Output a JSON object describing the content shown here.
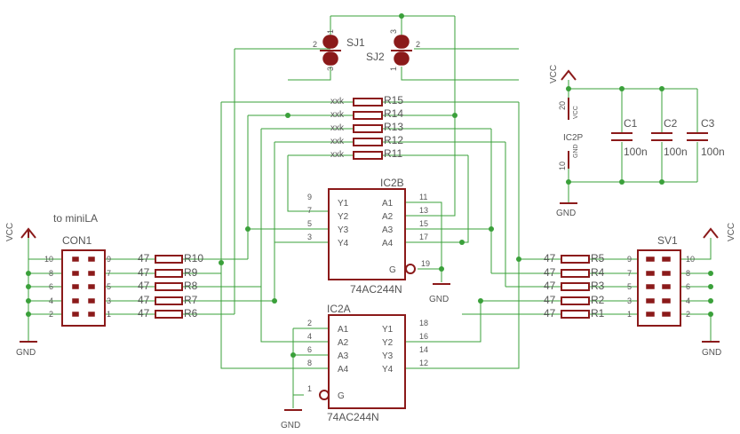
{
  "title_note": "to miniLA",
  "power": {
    "vcc": "VCC",
    "gnd": "GND"
  },
  "connectors": {
    "con1": {
      "name": "CON1",
      "pins": [
        "10",
        "9",
        "8",
        "7",
        "6",
        "5",
        "4",
        "3",
        "2",
        "1"
      ]
    },
    "sv1": {
      "name": "SV1",
      "pins": [
        "9",
        "10",
        "7",
        "8",
        "5",
        "6",
        "3",
        "4",
        "1",
        "2"
      ]
    }
  },
  "resistors_left": [
    {
      "name": "R10",
      "value": "47",
      "pin": "9"
    },
    {
      "name": "R9",
      "value": "47",
      "pin": "7"
    },
    {
      "name": "R8",
      "value": "47",
      "pin": "5"
    },
    {
      "name": "R7",
      "value": "47",
      "pin": "3"
    },
    {
      "name": "R6",
      "value": "47",
      "pin": "1"
    }
  ],
  "resistors_right": [
    {
      "name": "R5",
      "value": "47",
      "pin": "9"
    },
    {
      "name": "R4",
      "value": "47",
      "pin": "7"
    },
    {
      "name": "R3",
      "value": "47",
      "pin": "5"
    },
    {
      "name": "R2",
      "value": "47",
      "pin": "3"
    },
    {
      "name": "R1",
      "value": "47",
      "pin": "1"
    }
  ],
  "resistors_top": [
    {
      "name": "R15",
      "value": "xxk"
    },
    {
      "name": "R14",
      "value": "xxk"
    },
    {
      "name": "R13",
      "value": "xxk"
    },
    {
      "name": "R12",
      "value": "xxk"
    },
    {
      "name": "R11",
      "value": "xxk"
    }
  ],
  "jumpers": [
    {
      "name": "SJ1",
      "pins": [
        "1",
        "2",
        "3"
      ]
    },
    {
      "name": "SJ2",
      "pins": [
        "3",
        "2",
        "1"
      ]
    }
  ],
  "ic2b": {
    "name": "IC2B",
    "part": "74AC244N",
    "outputs": [
      {
        "label": "Y1",
        "pin": "9"
      },
      {
        "label": "Y2",
        "pin": "7"
      },
      {
        "label": "Y3",
        "pin": "5"
      },
      {
        "label": "Y4",
        "pin": "3"
      }
    ],
    "inputs": [
      {
        "label": "A1",
        "pin": "11"
      },
      {
        "label": "A2",
        "pin": "13"
      },
      {
        "label": "A3",
        "pin": "15"
      },
      {
        "label": "A4",
        "pin": "17"
      }
    ],
    "enable": {
      "label": "G",
      "pin": "19"
    }
  },
  "ic2a": {
    "name": "IC2A",
    "part": "74AC244N",
    "inputs": [
      {
        "label": "A1",
        "pin": "2"
      },
      {
        "label": "A2",
        "pin": "4"
      },
      {
        "label": "A3",
        "pin": "6"
      },
      {
        "label": "A4",
        "pin": "8"
      }
    ],
    "outputs": [
      {
        "label": "Y1",
        "pin": "18"
      },
      {
        "label": "Y2",
        "pin": "16"
      },
      {
        "label": "Y3",
        "pin": "14"
      },
      {
        "label": "Y4",
        "pin": "12"
      }
    ],
    "enable": {
      "label": "G",
      "pin": "1"
    }
  },
  "ic2p": {
    "name": "IC2P",
    "pin_vcc": "20",
    "pin_gnd": "10",
    "label_vcc": "VCC",
    "label_gnd": "GND"
  },
  "capacitors": [
    {
      "name": "C1",
      "value": "100n"
    },
    {
      "name": "C2",
      "value": "100n"
    },
    {
      "name": "C3",
      "value": "100n"
    }
  ]
}
